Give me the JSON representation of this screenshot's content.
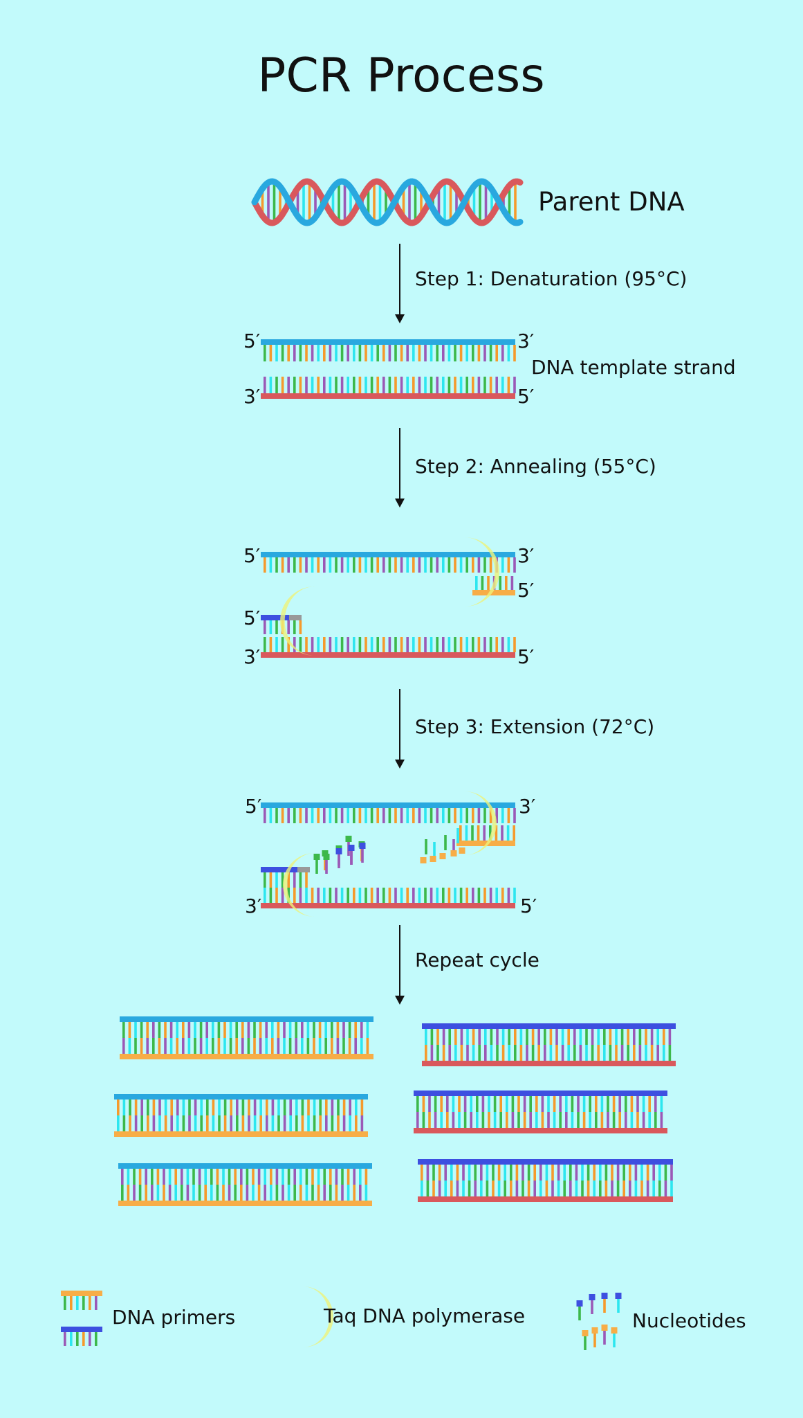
{
  "title": "PCR Process",
  "parent_label": "Parent DNA",
  "steps": {
    "step1": "Step 1: Denaturation (95°C)",
    "step2": "Step 2: Annealing (55°C)",
    "step3": "Step 3: Extension (72°C)",
    "repeat": "Repeat cycle"
  },
  "template_label": "DNA template strand",
  "ends": {
    "five": "5′",
    "three": "3′"
  },
  "legend": {
    "primers": "DNA primers",
    "polymerase": "Taq DNA polymerase",
    "nucleotides": "Nucleotides"
  },
  "colors": {
    "background": "#c2fafb",
    "strand_blue": "#29a8df",
    "strand_red": "#d9585c",
    "strand_orange": "#f7ad47",
    "strand_primer_blue": "#3d4fe0",
    "primer_gray": "#999999",
    "base_green": "#3cb84a",
    "base_orange": "#f59a2c",
    "base_purple": "#9b59b6",
    "base_cyan": "#2de6ef",
    "polymerase": "#eef27a"
  }
}
